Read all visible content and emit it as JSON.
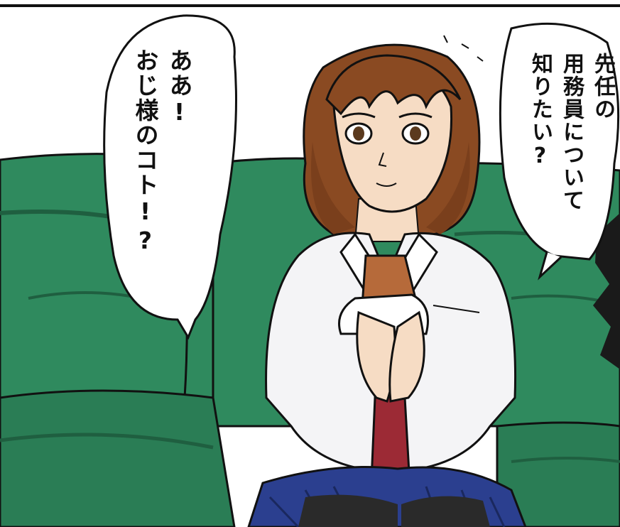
{
  "bubbles": {
    "left": {
      "line1": "ああ!",
      "line2": "おじ様のコト!?"
    },
    "right": {
      "line1": "先任の",
      "line2": "用務員について",
      "line3": "知りたい?"
    }
  },
  "colors": {
    "sofa": "#2f8a5e",
    "sofa_shadow": "#1f5f40",
    "hair": "#8a4a22",
    "skin": "#f6dcc4",
    "shirt": "#f4f4f6",
    "tie": "#9c2a35",
    "skirt": "#2b3f8f"
  }
}
